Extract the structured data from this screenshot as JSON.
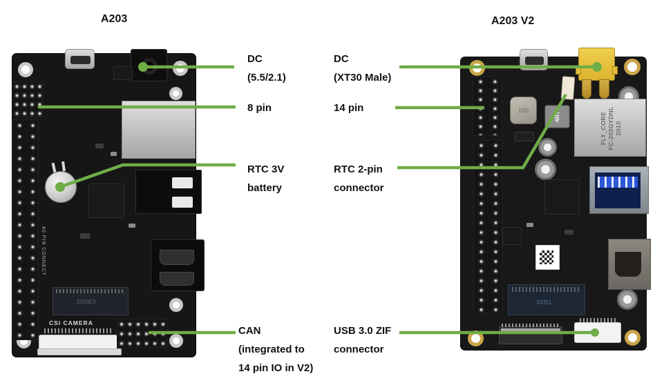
{
  "page": {
    "background": "#ffffff",
    "accent_green": "#6FAD47",
    "text_color": "#111111"
  },
  "left_panel": {
    "title": "A203",
    "board_silkscreen": {
      "forty_pin_label": "40 PIN CONNECT",
      "csi_camera_label": "CSI CAMERA",
      "m2_module_label": "2033E3"
    },
    "annotations": {
      "dc": {
        "line1": "DC",
        "line2": "(5.5/2.1)"
      },
      "pin8": {
        "line1": "8 pin"
      },
      "rtc": {
        "line1": "RTC 3V",
        "line2": "battery"
      },
      "can": {
        "line1": "CAN",
        "line2": "(integrated to",
        "line3": "14 pin IO in V2)"
      }
    }
  },
  "right_panel": {
    "title": "A203 V2",
    "board_silkscreen": {
      "eth_transformer_line1": "FLY_CORE",
      "eth_transformer_line2": "FC-202GYDNL",
      "eth_transformer_line3": "2010",
      "inductor_round": "100",
      "inductor_square": "4R7",
      "m2_module_label": "3XB1"
    },
    "annotations": {
      "dc": {
        "line1": "DC",
        "line2": "(XT30 Male)"
      },
      "pin14": {
        "line1": "14 pin"
      },
      "rtc": {
        "line1": "RTC 2-pin",
        "line2": "connector"
      },
      "usb_zif": {
        "line1": "USB 3.0 ZIF",
        "line2": "connector"
      }
    }
  }
}
